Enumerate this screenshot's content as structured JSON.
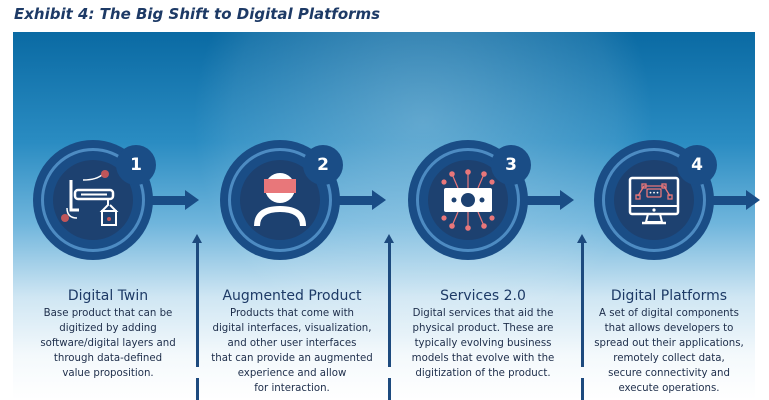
{
  "title": "Exhibit 4: The Big Shift to Digital Platforms",
  "colors": {
    "navy": "#1a4d86",
    "accent_pink": "#e8777a",
    "title": "#1d3a66"
  },
  "steps": [
    {
      "number": "1",
      "icon": "robot-arm-icon",
      "heading": "Digital Twin",
      "lines": [
        "Base product that can be",
        "digitized by adding",
        "software/digital layers and",
        "through data-defined",
        "value proposition."
      ]
    },
    {
      "number": "2",
      "icon": "vr-headset-person-icon",
      "heading": "Augmented Product",
      "lines": [
        "Products that come with",
        "digital interfaces, visualization,",
        "and other user interfaces",
        "that can provide an augmented",
        "experience and allow",
        "for interaction."
      ]
    },
    {
      "number": "3",
      "icon": "digital-money-icon",
      "heading": "Services 2.0",
      "lines": [
        "Digital services that aid the",
        "physical product. These are",
        "typically evolving business",
        "models that evolve with the",
        "digitization of the product."
      ]
    },
    {
      "number": "4",
      "icon": "monitor-network-icon",
      "heading": "Digital Platforms",
      "lines": [
        "A set of digital components",
        "that allows developers to",
        "spread out their applications,",
        "remotely collect data,",
        "secure connectivity and",
        "execute operations."
      ]
    }
  ]
}
